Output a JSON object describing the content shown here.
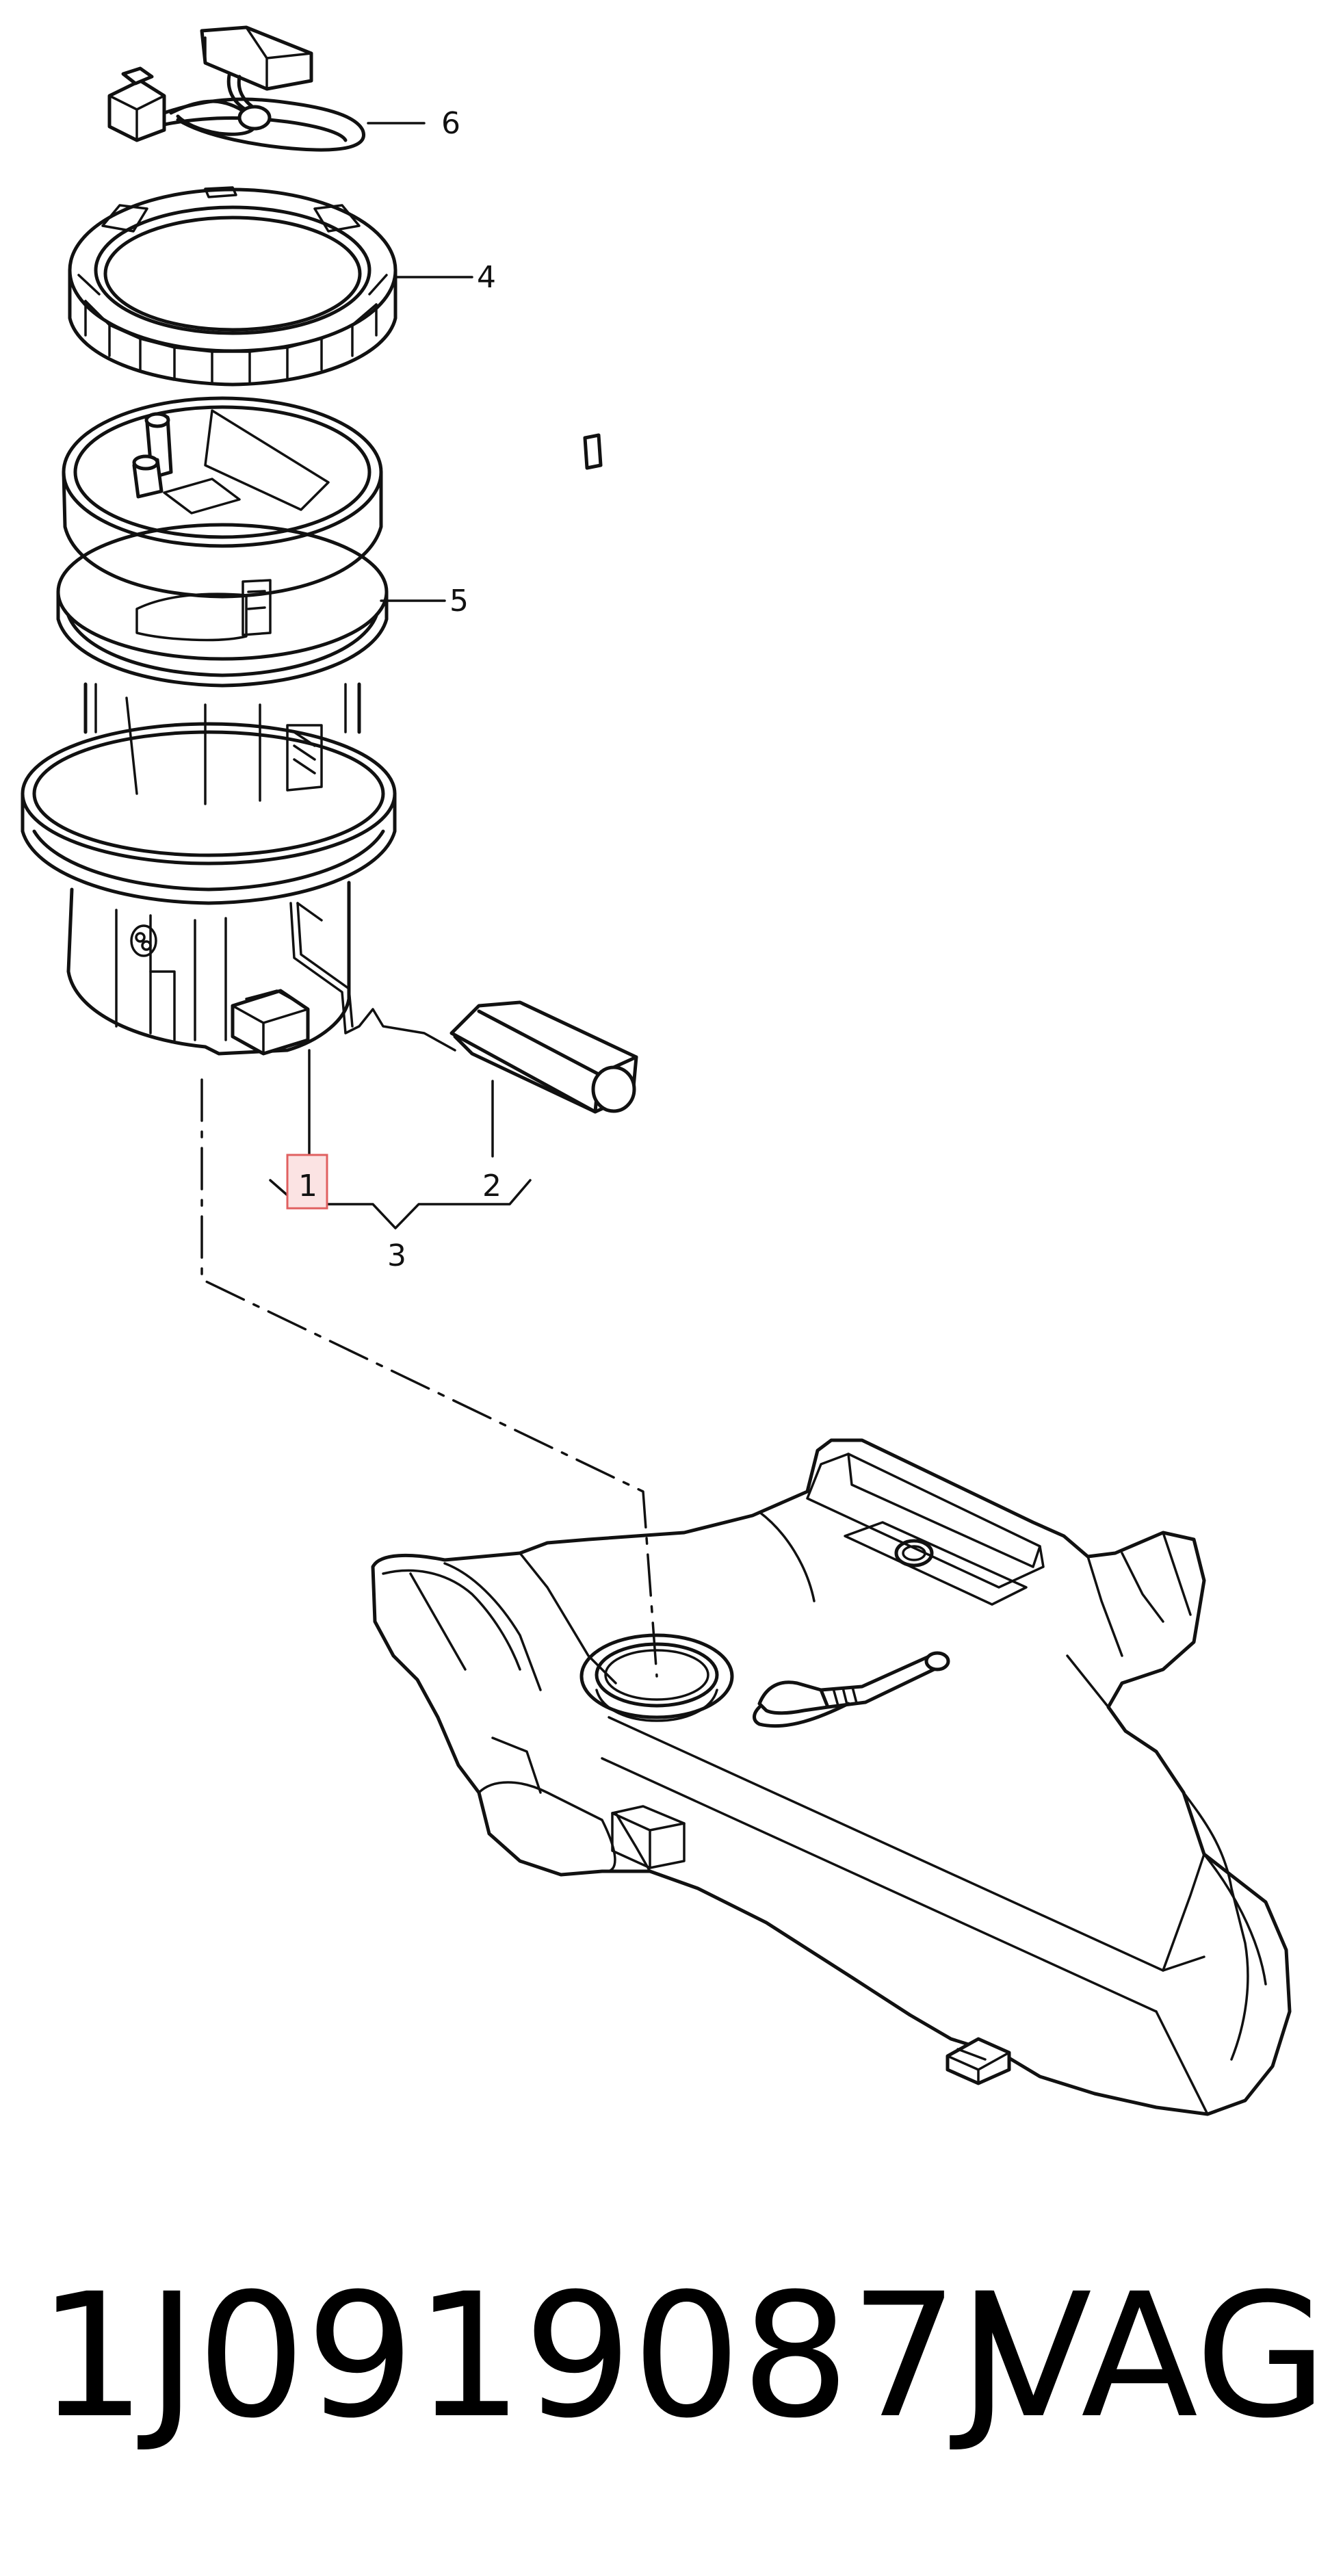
{
  "diagram": {
    "callouts": {
      "c1": "1",
      "c2": "2",
      "c3": "3",
      "c4": "4",
      "c5": "5",
      "c6": "6"
    },
    "footer": {
      "part_number": "1J0919087J",
      "brand": "VAG"
    },
    "colors": {
      "line": "#111111",
      "highlight_fill": "#fbe3e3",
      "highlight_stroke": "#e06060"
    }
  }
}
